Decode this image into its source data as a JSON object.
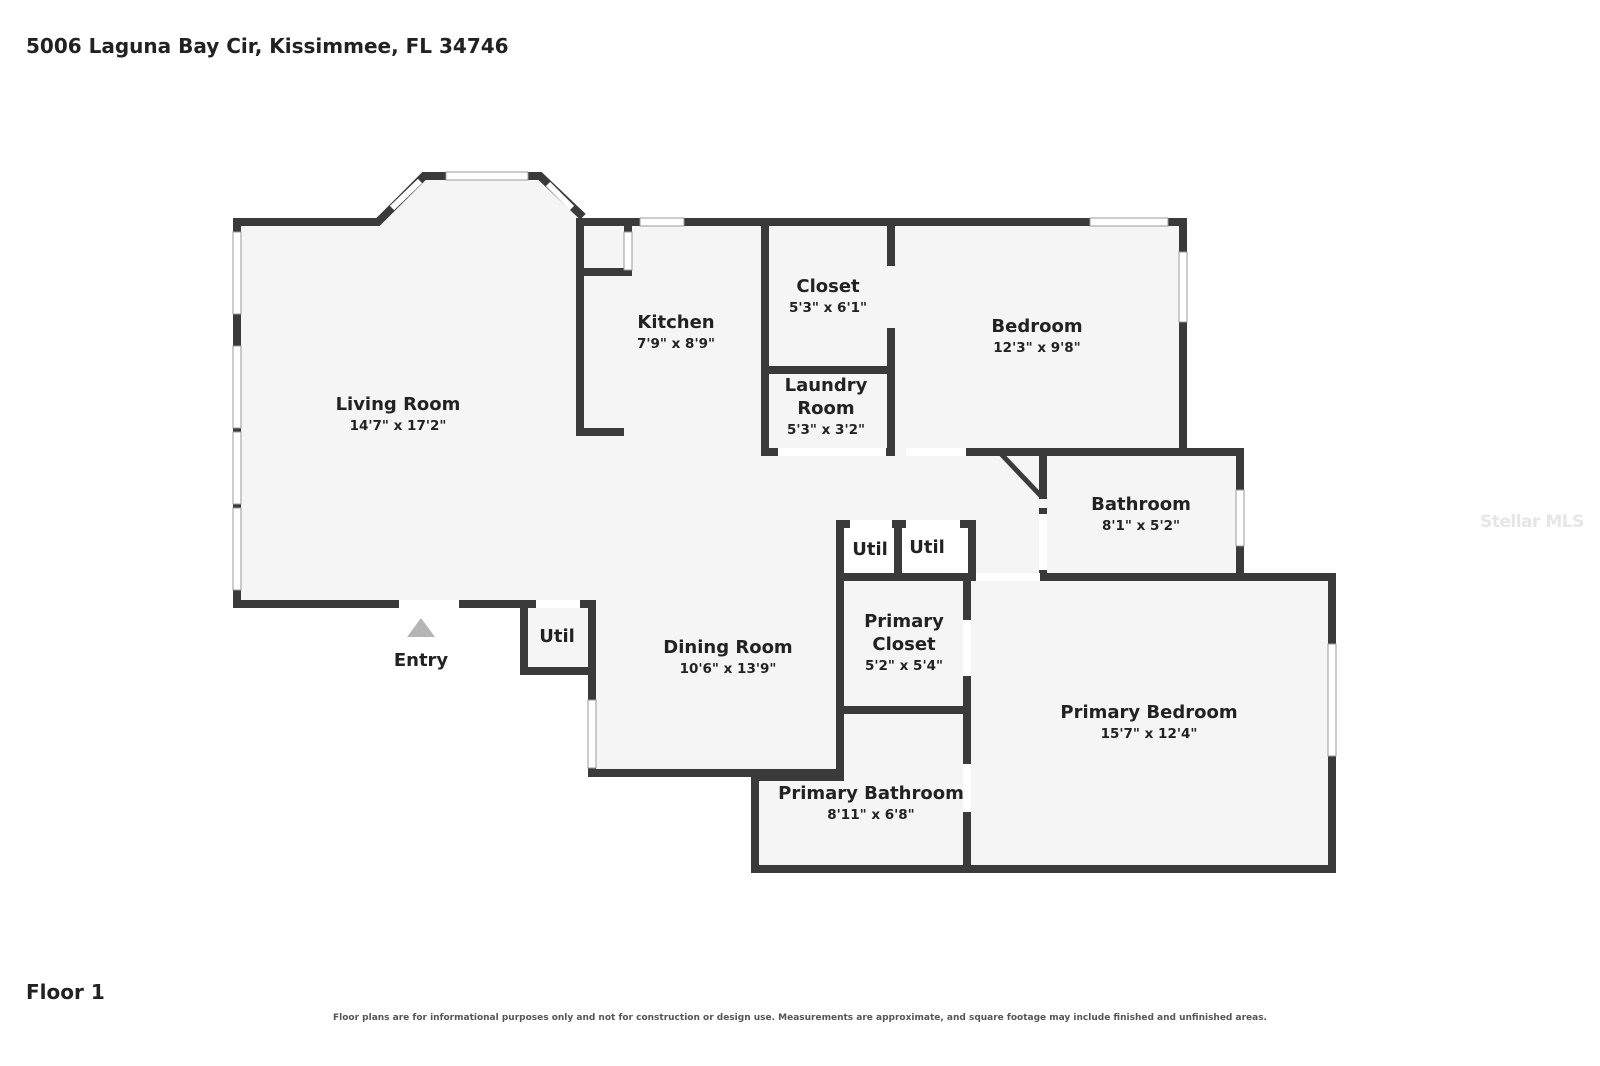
{
  "header": {
    "address": "5006 Laguna Bay Cir, Kissimmee, FL 34746"
  },
  "footer": {
    "floor_label": "Floor 1",
    "disclaimer": "Floor plans are for informational purposes only and not for construction or design use. Measurements are approximate, and square footage may include finished and unfinished areas."
  },
  "watermark": "Stellar MLS",
  "rooms": {
    "living_room": {
      "name": "Living Room",
      "dims": "14'7\" x 17'2\""
    },
    "kitchen": {
      "name": "Kitchen",
      "dims": "7'9\" x 8'9\""
    },
    "closet": {
      "name": "Closet",
      "dims": "5'3\" x 6'1\""
    },
    "bedroom": {
      "name": "Bedroom",
      "dims": "12'3\" x 9'8\""
    },
    "laundry_room": {
      "name_line1": "Laundry",
      "name_line2": "Room",
      "dims": "5'3\" x 3'2\""
    },
    "bathroom": {
      "name": "Bathroom",
      "dims": "8'1\" x 5'2\""
    },
    "dining_room": {
      "name": "Dining Room",
      "dims": "10'6\" x 13'9\""
    },
    "primary_closet": {
      "name_line1": "Primary",
      "name_line2": "Closet",
      "dims": "5'2\" x 5'4\""
    },
    "primary_bedroom": {
      "name": "Primary Bedroom",
      "dims": "15'7\" x 12'4\""
    },
    "primary_bathroom": {
      "name": "Primary Bathroom",
      "dims": "8'11\" x 6'8\""
    },
    "util_1": {
      "name": "Util"
    },
    "util_2": {
      "name": "Util"
    },
    "util_3": {
      "name": "Util"
    }
  },
  "entry": {
    "label": "Entry"
  },
  "colors": {
    "wall": "#3a3a3a",
    "floor": "#f5f5f5",
    "window": "#ffffff",
    "entry_arrow": "#b5b5b5"
  }
}
